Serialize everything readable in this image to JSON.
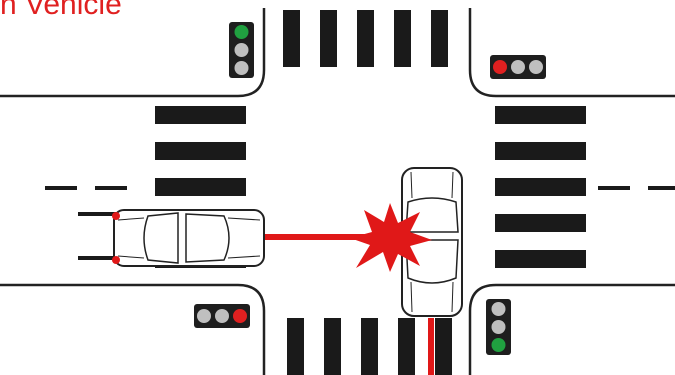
{
  "caption": {
    "text": "n Vehicle"
  },
  "colors": {
    "road_line": "#222222",
    "stripe": "#1a1a1a",
    "path": "#e01818",
    "impact": "#e01818",
    "caption": "#e02020",
    "light_red": "#e02020",
    "light_green": "#20a040",
    "light_off": "#bfbfbf",
    "light_housing": "#1e1e1e"
  },
  "traffic_lights": [
    {
      "name": "top-left",
      "orientation": "vertical",
      "lamps": [
        "green",
        "off",
        "off"
      ]
    },
    {
      "name": "top-right",
      "orientation": "horizontal",
      "lamps": [
        "red",
        "off",
        "off"
      ]
    },
    {
      "name": "bottom-left",
      "orientation": "horizontal",
      "lamps": [
        "off",
        "off",
        "red"
      ]
    },
    {
      "name": "bottom-right",
      "orientation": "vertical",
      "lamps": [
        "off",
        "off",
        "green"
      ]
    }
  ],
  "vehicles": [
    {
      "name": "car-westbound",
      "direction": "east"
    },
    {
      "name": "car-southbound",
      "direction": "south"
    }
  ],
  "icons": [
    "collision-icon",
    "traffic-light-icon",
    "car-icon"
  ]
}
